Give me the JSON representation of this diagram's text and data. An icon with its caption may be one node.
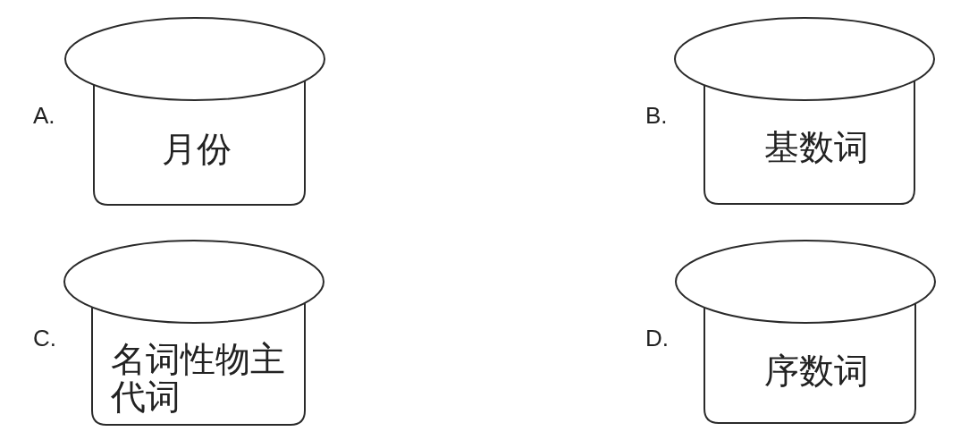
{
  "diagram": {
    "nodes": [
      {
        "text": [
          "月份"
        ],
        "beside": [
          "A."
        ]
      },
      {
        "text": [
          "基数词"
        ],
        "beside": [
          "B."
        ]
      },
      {
        "text": [
          "名词性物主代词"
        ],
        "beside": [
          "C."
        ]
      },
      {
        "text": [
          "序数词"
        ],
        "beside": [
          "D."
        ]
      }
    ]
  }
}
